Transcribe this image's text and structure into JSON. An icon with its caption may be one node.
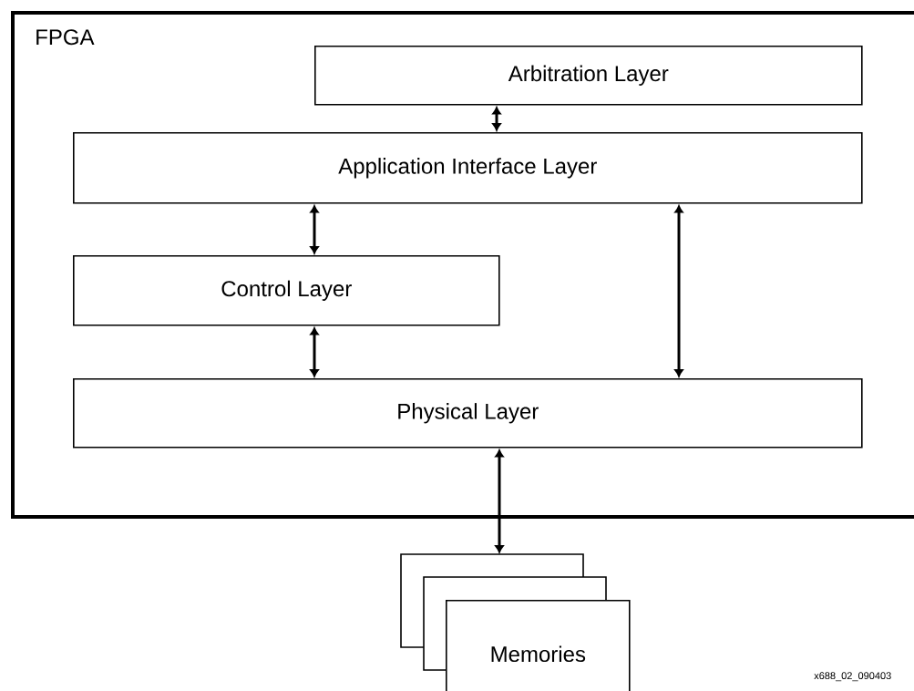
{
  "diagram": {
    "nodes": [
      {
        "text": [
          "FPGA"
        ]
      },
      {
        "text": [
          "Arbitration Layer"
        ],
        "in": 0
      },
      {
        "text": [
          "Application Interface Layer"
        ],
        "in": 0
      },
      {
        "text": [
          "Control Layer"
        ],
        "in": 0
      },
      {
        "text": [
          "Physical Layer"
        ],
        "in": 0
      },
      {
        "text": [
          "Memories"
        ]
      }
    ],
    "edges": [
      {
        "from": 1,
        "to": 2,
        "arrow": "both"
      },
      {
        "from": 2,
        "to": 3,
        "arrow": "both"
      },
      {
        "from": 3,
        "to": 4,
        "arrow": "both"
      },
      {
        "from": 2,
        "to": 4,
        "arrow": "both"
      },
      {
        "from": 4,
        "to": 5,
        "arrow": "both"
      }
    ],
    "labels": [
      "x688_02_090403"
    ]
  }
}
